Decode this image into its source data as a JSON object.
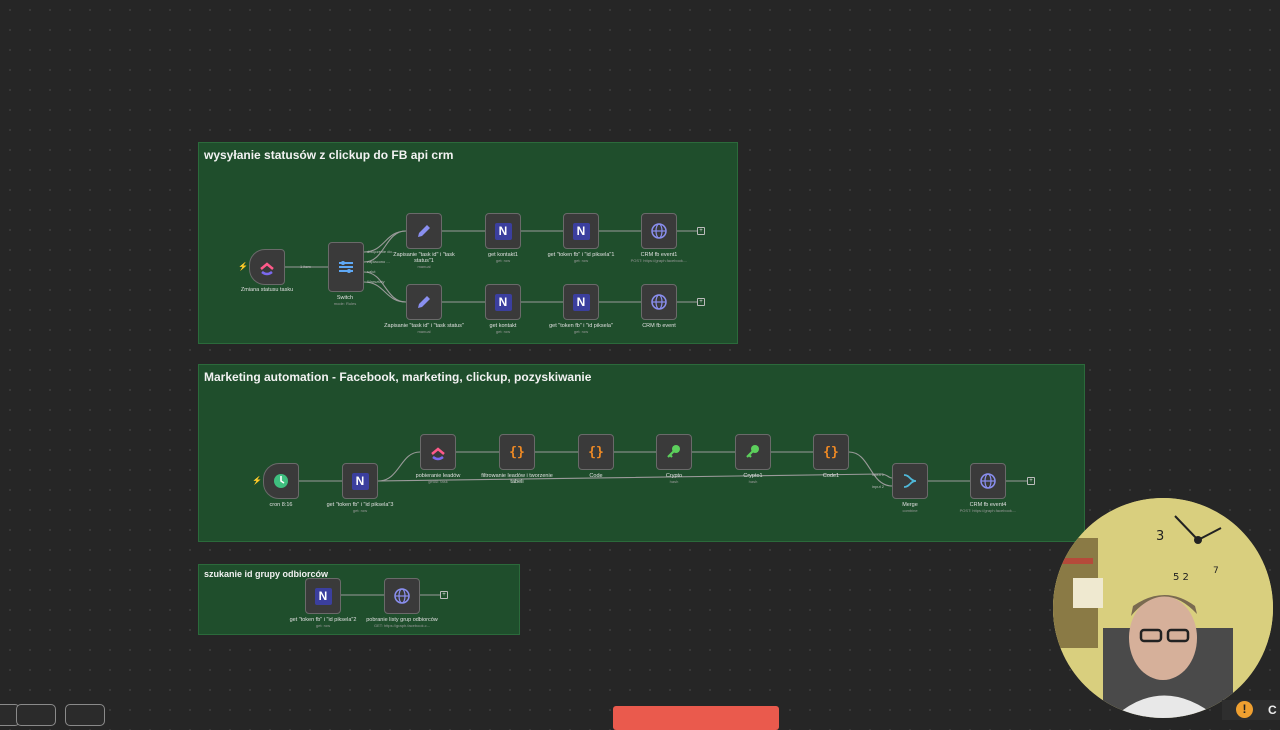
{
  "stickies": {
    "s1_title": "wysyłanie statusów z clickup do FB api crm",
    "s2_title": "Marketing automation - Facebook, marketing, clickup, pozyskiwanie",
    "s3_title": "szukanie id grupy odbiorców"
  },
  "workflow1": {
    "trigger": {
      "label": "Zmiana statusu tasku",
      "icon": "clickup-icon"
    },
    "edge_label": "1 item",
    "switch": {
      "label": "Switch",
      "sub": "mode: Rules",
      "outputs": [
        "dołączenie do...",
        "zapłacono ...",
        "salut",
        "Warsztaty"
      ]
    },
    "top_row": [
      {
        "label": "Zapisanie \"task id\" i \"task status\"1",
        "sub": "manual",
        "icon": "pencil-icon"
      },
      {
        "label": "get kontakt1",
        "sub": "get: row",
        "icon": "nocodb-icon"
      },
      {
        "label": "get \"token fb\" i \"id piksela\"1",
        "sub": "get: row",
        "icon": "nocodb-icon"
      },
      {
        "label": "CRM fb event1",
        "sub": "POST: https://graph.facebook....",
        "icon": "globe-icon"
      }
    ],
    "bottom_row": [
      {
        "label": "Zapisanie \"task id\" i \"task status\"",
        "sub": "manual",
        "icon": "pencil-icon"
      },
      {
        "label": "get kontakt",
        "sub": "get: row",
        "icon": "nocodb-icon"
      },
      {
        "label": "get \"token fb\" i \"id piksela\"",
        "sub": "get: row",
        "icon": "nocodb-icon"
      },
      {
        "label": "CRM fb event",
        "sub": "",
        "icon": "globe-icon"
      }
    ]
  },
  "workflow2": {
    "nodes": [
      {
        "label": "cron 8:16",
        "sub": "",
        "icon": "clock-icon"
      },
      {
        "label": "get \"token fb\" i \"id piksela\"3",
        "sub": "get: row",
        "icon": "nocodb-icon"
      },
      {
        "label": "pobieranie leadów",
        "sub": "getAll: task",
        "icon": "clickup-icon"
      },
      {
        "label": "filtrowanie leadów i tworzenie tabeli",
        "sub": "",
        "icon": "code-icon"
      },
      {
        "label": "Code",
        "sub": "",
        "icon": "code-icon"
      },
      {
        "label": "Crypto",
        "sub": "hash",
        "icon": "key-icon"
      },
      {
        "label": "Crypto1",
        "sub": "hash",
        "icon": "key-icon"
      },
      {
        "label": "Code1",
        "sub": "",
        "icon": "code-icon"
      },
      {
        "label": "Merge",
        "sub": "combine",
        "icon": "merge-icon"
      },
      {
        "label": "CRM fb event4",
        "sub": "POST: https://graph.facebook....",
        "icon": "globe-icon"
      }
    ],
    "merge_inputs": [
      "input 1",
      "input 2"
    ]
  },
  "workflow3": {
    "nodes": [
      {
        "label": "get \"token fb\" i \"id piksela\"2",
        "sub": "get: row",
        "icon": "nocodb-icon"
      },
      {
        "label": "pobranie listy grup odbiorców",
        "sub": "GET: https://graph.facebook.c...",
        "icon": "globe-icon"
      }
    ]
  },
  "colors": {
    "canvas": "#262626",
    "sticky": "#1f4e2c",
    "node": "#3a3a3a",
    "nocodb": "#3b3f9e",
    "code": "#f08a24",
    "key": "#5ccf5c",
    "execute": "#ea5a4d",
    "warning": "#f0a030"
  },
  "corner": {
    "warning_symbol": "!",
    "text": "C"
  },
  "code_glyph": "{}",
  "plus_glyph": "+",
  "n_glyph": "N"
}
